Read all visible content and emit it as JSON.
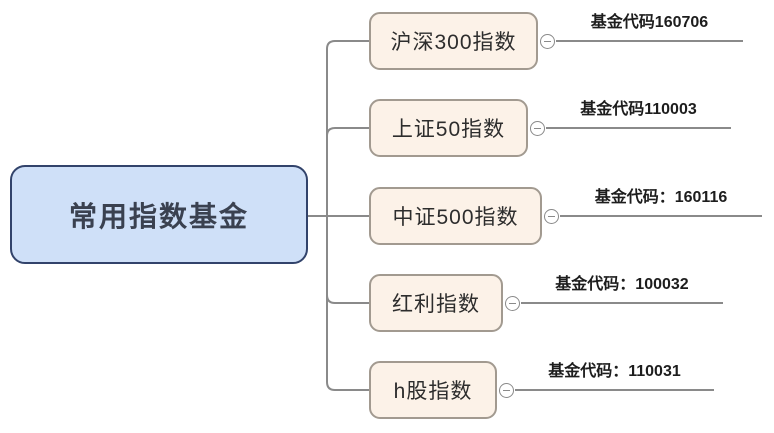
{
  "diagram": {
    "type": "mindmap",
    "root": {
      "label": "常用指数基金"
    },
    "branches": [
      {
        "label": "沪深300指数",
        "code": "基金代码160706",
        "toggle_icon": "minus",
        "expanded": true
      },
      {
        "label": "上证50指数",
        "code": "基金代码110003",
        "toggle_icon": "minus",
        "expanded": true
      },
      {
        "label": "中证500指数",
        "code": "基金代码：160116",
        "toggle_icon": "minus",
        "expanded": true
      },
      {
        "label": "红利指数",
        "code": "基金代码：100032",
        "toggle_icon": "minus",
        "expanded": true
      },
      {
        "label": "h股指数",
        "code": "基金代码：110031",
        "toggle_icon": "minus",
        "expanded": true
      }
    ]
  },
  "colors": {
    "background": "#ffffff",
    "root_fill": "#cfe0f8",
    "root_border": "#32436b",
    "root_text": "#3a4150",
    "topic_fill": "#fcf2e8",
    "topic_border": "#a29a90",
    "topic_text": "#2d2d2d",
    "connector": "#8a8a8a",
    "code_text": "#1d1d1d"
  }
}
